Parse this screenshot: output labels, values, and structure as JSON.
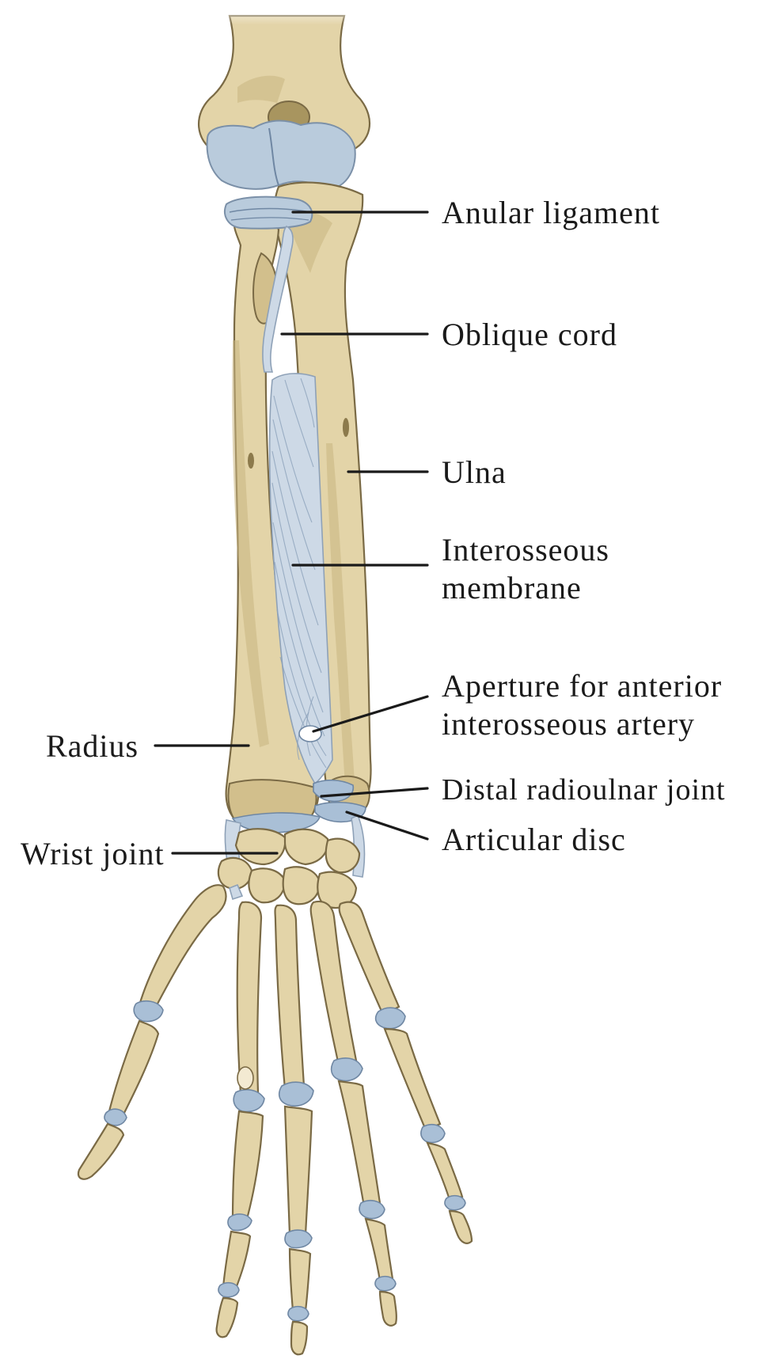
{
  "diagram": {
    "labels": {
      "anular_ligament": "Anular ligament",
      "oblique_cord": "Oblique cord",
      "ulna": "Ulna",
      "interosseous_line1": "Interosseous",
      "interosseous_line2": "membrane",
      "aperture_line1": "Aperture for anterior",
      "aperture_line2": "interosseous artery",
      "radius": "Radius",
      "distal_radioulnar": "Distal radioulnar joint",
      "wrist_joint": "Wrist joint",
      "articular_disc": "Articular disc"
    },
    "colors": {
      "bone": "#e3d4a8",
      "bone_outline": "#7a6a45",
      "ligament": "#b9cbdc",
      "background": "#ffffff",
      "text": "#1a1a1a"
    }
  }
}
